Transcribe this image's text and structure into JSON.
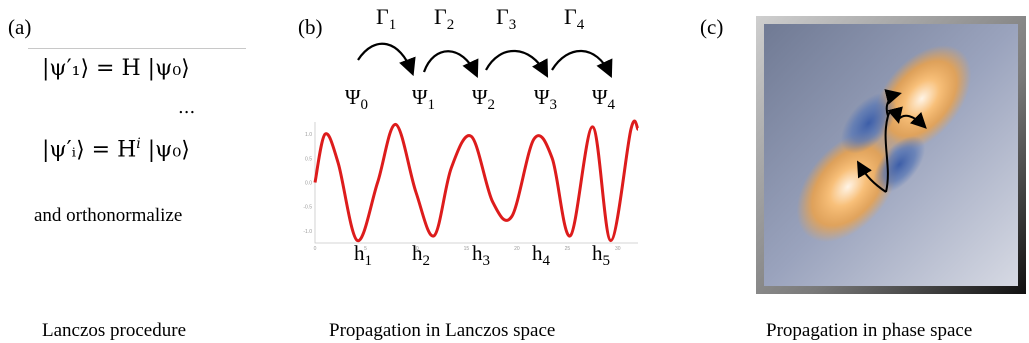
{
  "panels": {
    "a": {
      "label": "(a)",
      "eq1": "|ψ′₁⟩ = H |ψ₀⟩",
      "ellipsis": "...",
      "eq2_left": "|ψ′ᵢ⟩ = H",
      "eq2_sup": "i",
      "eq2_right": "|ψ₀⟩",
      "note": "and orthonormalize",
      "caption": "Lanczos procedure"
    },
    "b": {
      "label": "(b)",
      "gammas": [
        "Γ1",
        "Γ2",
        "Γ3",
        "Γ4"
      ],
      "psis": [
        "Ψ0",
        "Ψ1",
        "Ψ2",
        "Ψ3",
        "Ψ4"
      ],
      "hs": [
        "h1",
        "h2",
        "h3",
        "h4",
        "h5"
      ],
      "caption": "Propagation in Lanczos space",
      "curve_color": "#dd1c1c"
    },
    "c": {
      "label": "(c)",
      "caption": "Propagation in phase space",
      "colors": {
        "positive": "#f5a440",
        "negative": "#4a6fb0",
        "background": "#8d98b8"
      }
    }
  },
  "chart_data": {
    "type": "line",
    "yticks": [
      "1.0",
      "0.5",
      "0.0",
      "-0.5",
      "-1.0"
    ],
    "xticks": [
      "0",
      "5",
      "10",
      "15",
      "20",
      "25",
      "30"
    ],
    "ylim": [
      -1.25,
      1.25
    ],
    "xlim": [
      0,
      32
    ],
    "series": [
      {
        "x": [
          0,
          1,
          2.3,
          4.2,
          6.2,
          8,
          10,
          11.8,
          13.5,
          15.5,
          17.6,
          19.5,
          21.7,
          23.5,
          25.3,
          27.5,
          29.3,
          31.3,
          32
        ],
        "y": [
          0.0,
          1.0,
          0.4,
          -1.2,
          0.0,
          1.2,
          -0.2,
          -1.1,
          0.3,
          0.95,
          -0.4,
          -0.7,
          0.9,
          0.5,
          -1.1,
          1.15,
          -1.2,
          1.1,
          1.1
        ]
      }
    ]
  }
}
